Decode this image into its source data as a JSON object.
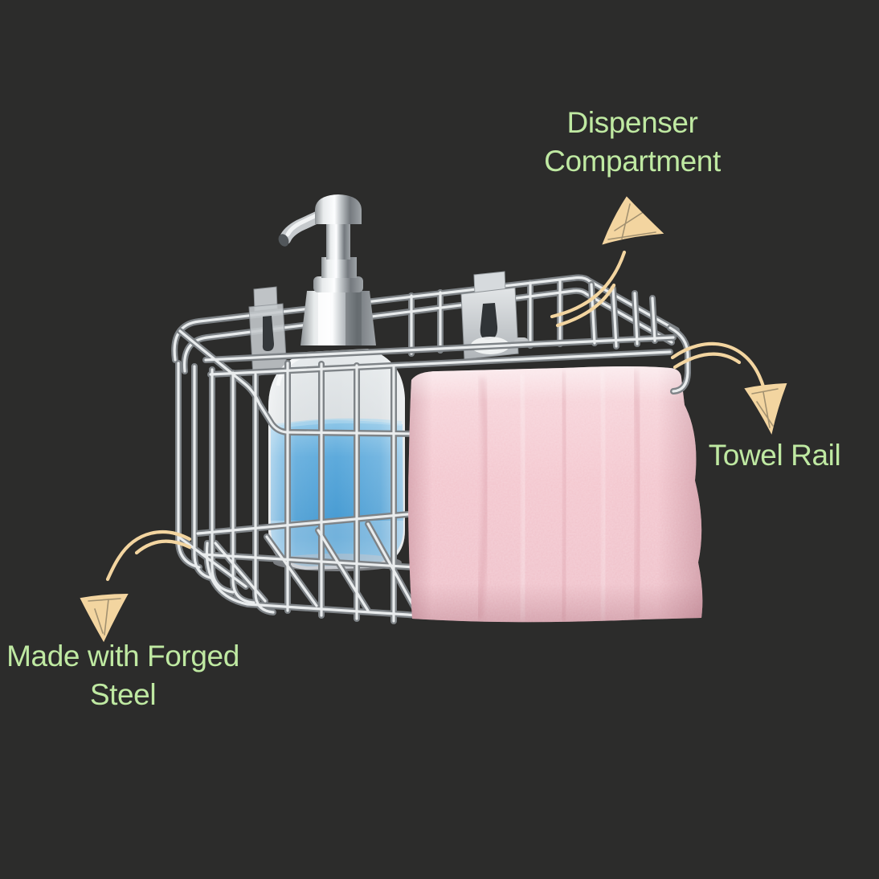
{
  "page": {
    "background_color": "#2c2c2b",
    "label_color": "#bfe9a2",
    "arrow_color": "#f3d5a0"
  },
  "labels": {
    "dispenser_compartment": {
      "lines": [
        "Dispenser",
        "Compartment"
      ]
    },
    "towel_rail": {
      "lines": [
        "Towel Rail"
      ]
    },
    "forged_steel": {
      "lines": [
        "Made with Forged",
        "Steel"
      ]
    }
  },
  "figure": {
    "parts": [
      "chrome-wire-basket",
      "soap-dispenser-bottle",
      "pink-towel",
      "wall-mount-brackets",
      "towel-rail"
    ],
    "colors": {
      "towel_pink": "#f3c5cd",
      "soap_blue": "#4a9fd6",
      "chrome_light": "#e9eced",
      "chrome_dark": "#7e8387",
      "bottle_frost": "#d9dde0"
    }
  }
}
